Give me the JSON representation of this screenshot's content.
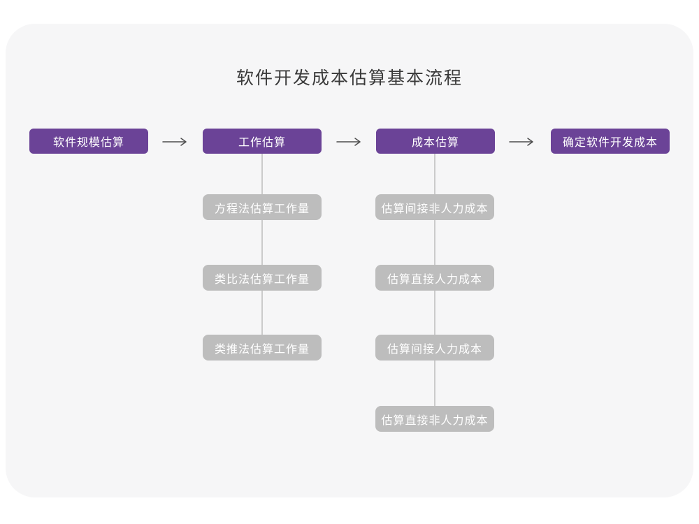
{
  "title": "软件开发成本估算基本流程",
  "colors": {
    "accent": "#6B4397",
    "sub_box": "#BDBDBD",
    "canvas": "#F6F6F7",
    "arrow": "#4D4D4D",
    "connector": "#CBCBCB",
    "title_text": "#3A3A3A",
    "node_text": "#FFFFFF"
  },
  "icons": {
    "flow_arrow": "→"
  },
  "flow": {
    "stages": [
      {
        "label": "软件规模估算"
      },
      {
        "label": "工作估算"
      },
      {
        "label": "成本估算"
      },
      {
        "label": "确定软件开发成本"
      }
    ]
  },
  "branches": [
    {
      "parent": "工作估算",
      "items": [
        "方程法估算工作量",
        "类比法估算工作量",
        "类推法估算工作量"
      ]
    },
    {
      "parent": "成本估算",
      "items": [
        "估算间接非人力成本",
        "估算直接人力成本",
        "估算间接人力成本",
        "估算直接非人力成本"
      ]
    }
  ]
}
